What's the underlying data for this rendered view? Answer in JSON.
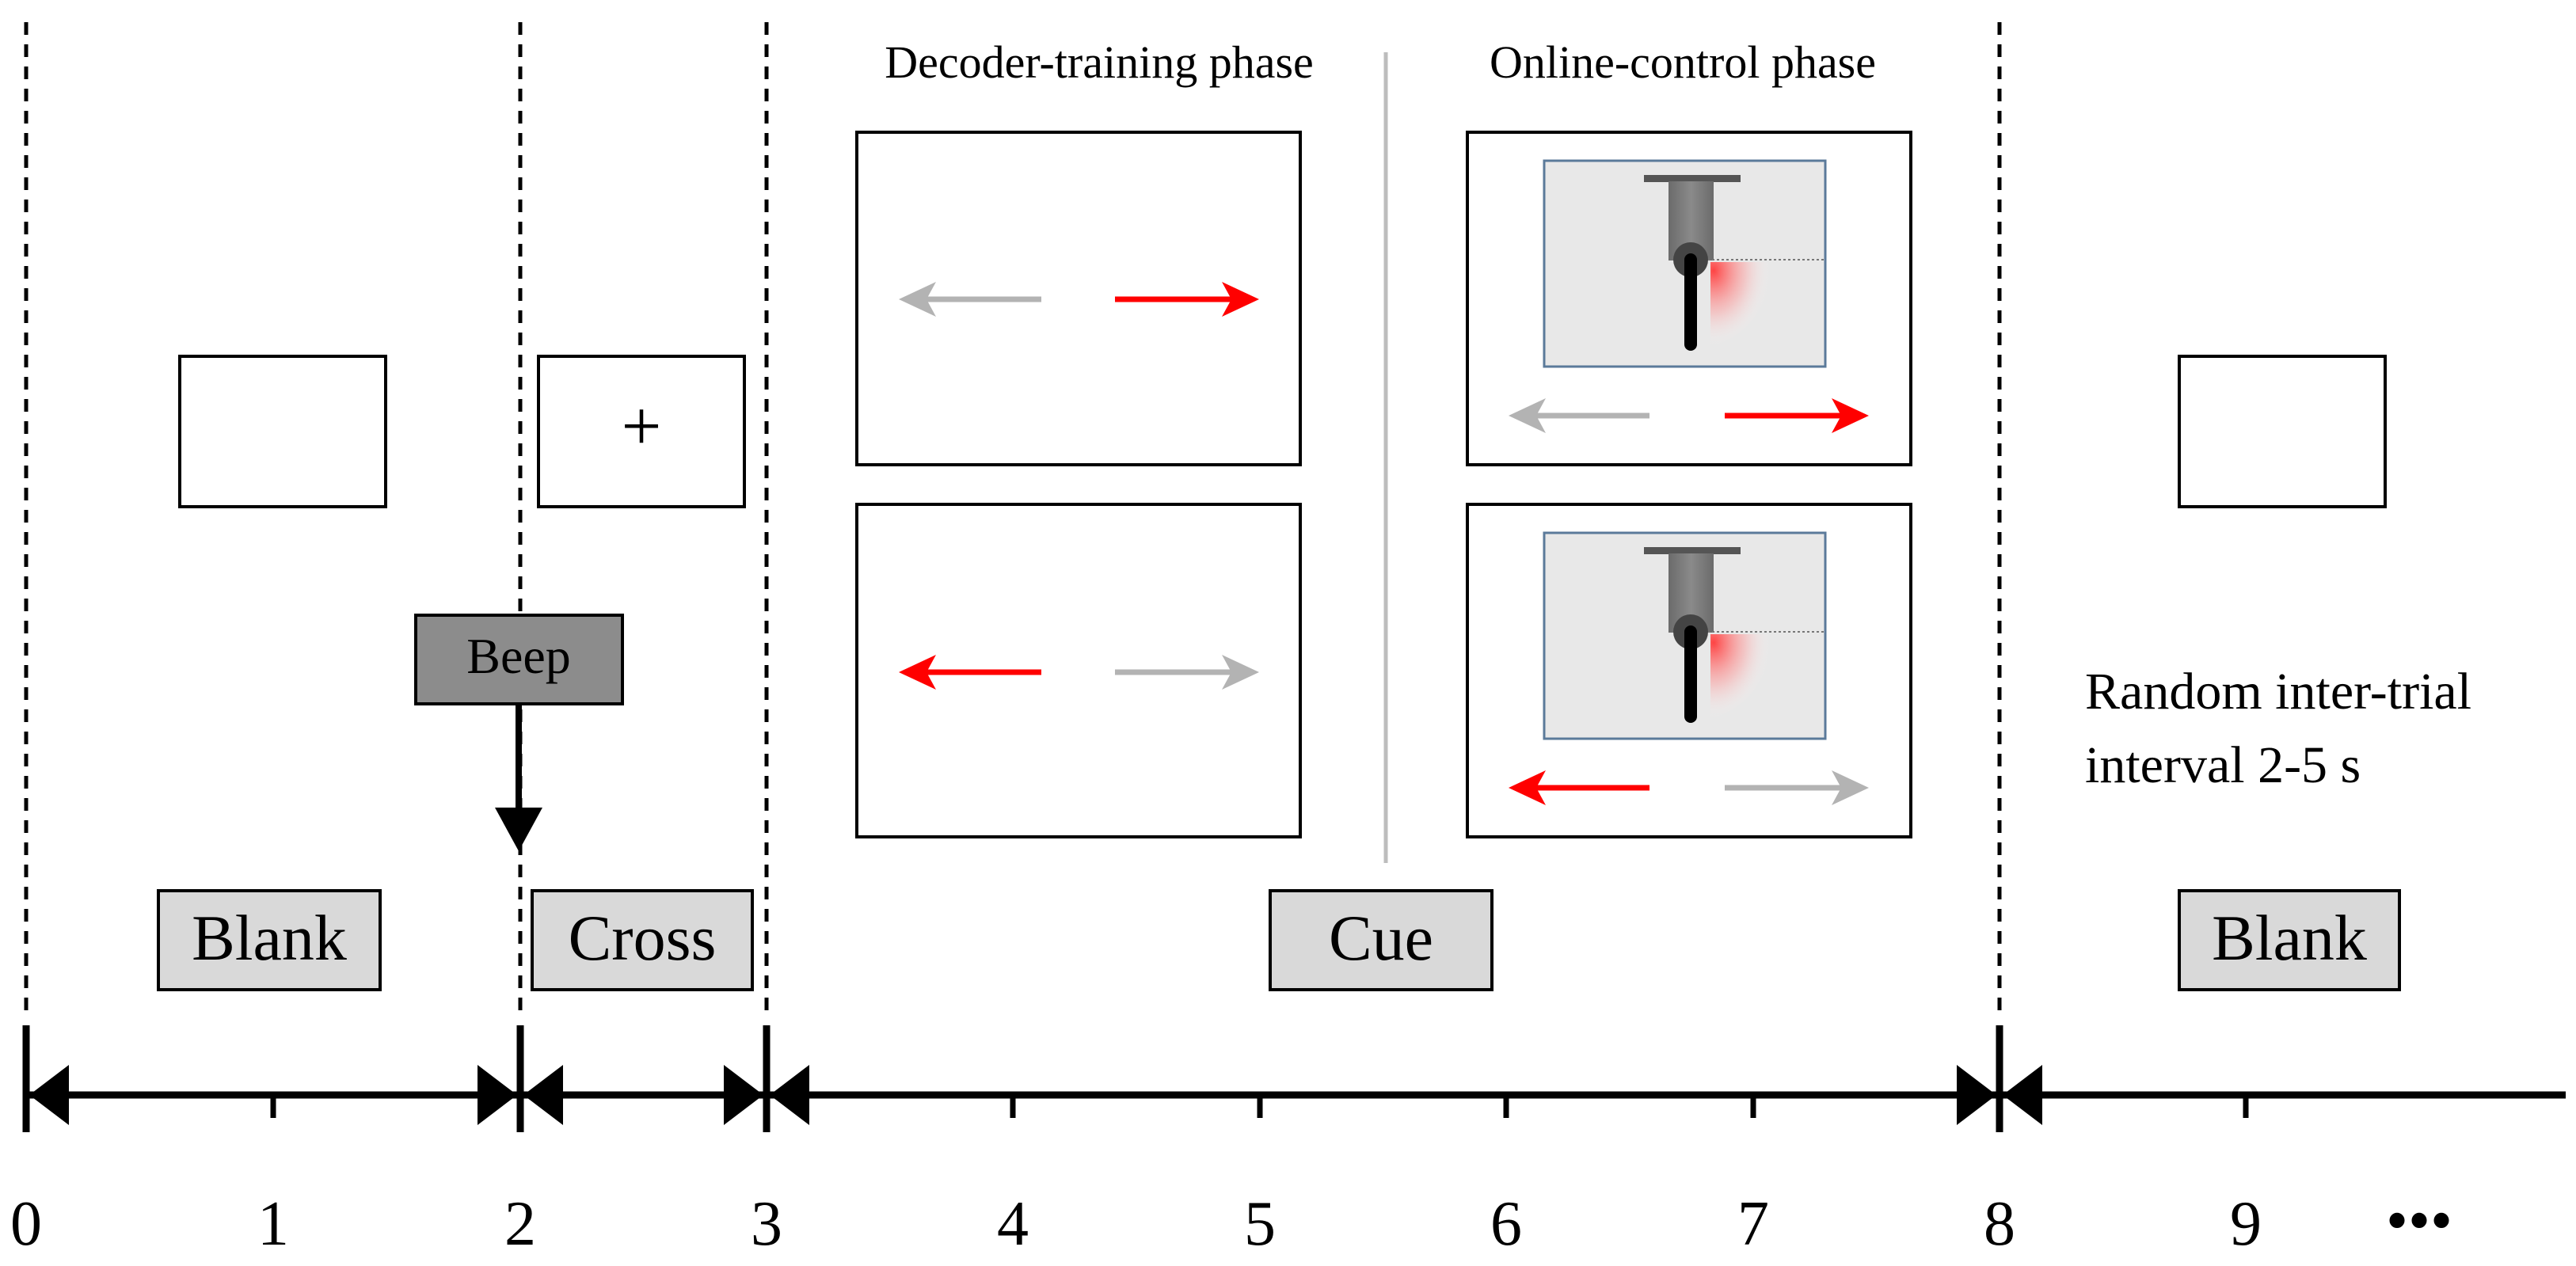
{
  "headers": {
    "decoder_phase": "Decoder-training phase",
    "online_phase": "Online-control phase"
  },
  "beep": {
    "label": "Beep"
  },
  "cross_symbol": "+",
  "phase_labels": {
    "blank_1": "Blank",
    "cross": "Cross",
    "cue": "Cue",
    "blank_2": "Blank"
  },
  "iti_note": {
    "line1": "Random inter-trial",
    "line2": "interval 2-5 s"
  },
  "timeline": {
    "ticks": [
      "0",
      "1",
      "2",
      "3",
      "4",
      "5",
      "6",
      "7",
      "8",
      "9"
    ],
    "ellipsis": "•••"
  },
  "colors": {
    "active_arrow": "#ff0000",
    "inactive_arrow": "#b3b3b3",
    "label_box_fill": "#d9d9d9",
    "beep_fill": "#8c8c8c",
    "screen_fill": "#e8e8e8",
    "screen_border": "#5b7a9a",
    "separator": "#bdbdbd"
  },
  "icons": {
    "arrow_left": "arrow-left-icon",
    "arrow_right": "arrow-right-icon",
    "robot_arm": "robot-arm-icon"
  }
}
